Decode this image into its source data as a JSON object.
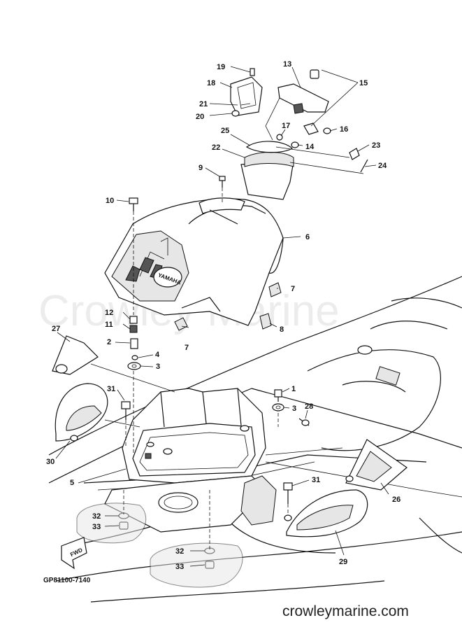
{
  "watermark": "Crowley Marine",
  "diagram_code": "GP81100-7140",
  "site_footer": "crowleymarine.com",
  "fwd_label": "FWD",
  "logo_text": "YAMAHA",
  "callouts": [
    "19",
    "13",
    "18",
    "15",
    "21",
    "20",
    "17",
    "16",
    "14",
    "25",
    "23",
    "22",
    "24",
    "9",
    "10",
    "6",
    "7",
    "12",
    "11",
    "2",
    "4",
    "3",
    "27",
    "7",
    "8",
    "31",
    "1",
    "3",
    "28",
    "30",
    "5",
    "31",
    "26",
    "32",
    "33",
    "32",
    "33",
    "29"
  ]
}
